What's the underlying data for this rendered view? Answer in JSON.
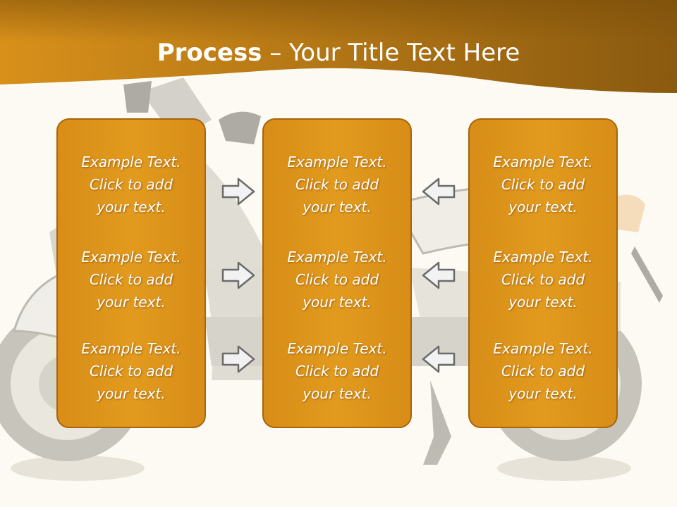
{
  "title": {
    "bold": "Process",
    "rest": " – Your Title Text Here"
  },
  "columns": [
    {
      "items": [
        {
          "line1": "Example Text.",
          "line2": "Click  to add",
          "line3": "your text."
        },
        {
          "line1": "Example Text.",
          "line2": "Click  to add",
          "line3": "your text."
        },
        {
          "line1": "Example Text.",
          "line2": "Click  to add",
          "line3": "your text."
        }
      ]
    },
    {
      "items": [
        {
          "line1": "Example Text.",
          "line2": "Click  to add",
          "line3": "your text."
        },
        {
          "line1": "Example Text.",
          "line2": "Click  to add",
          "line3": "your text."
        },
        {
          "line1": "Example Text.",
          "line2": "Click  to add",
          "line3": "your text."
        }
      ]
    },
    {
      "items": [
        {
          "line1": "Example Text.",
          "line2": "Click  to add",
          "line3": "your text."
        },
        {
          "line1": "Example Text.",
          "line2": "Click  to add",
          "line3": "your text."
        },
        {
          "line1": "Example Text.",
          "line2": "Click  to add",
          "line3": "your text."
        }
      ]
    }
  ],
  "colors": {
    "header": "#c07e10",
    "panel": "#e09519",
    "panel_border": "#a8650c",
    "background": "#fcfaf2",
    "arrow_fill": "#f2f2f2",
    "arrow_stroke": "#6b6b6b"
  },
  "icons": {
    "right_arrow": "right-arrow-icon",
    "left_arrow": "left-arrow-icon",
    "background_image": "scooter-illustration"
  }
}
